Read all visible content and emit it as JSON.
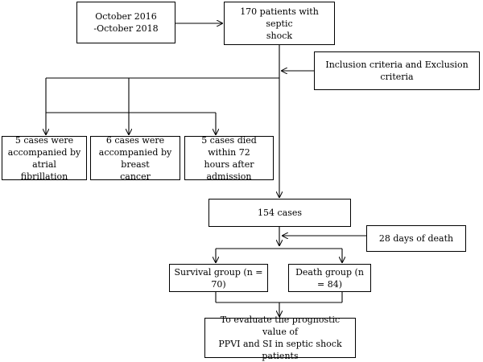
{
  "flowchart": {
    "period": "October 2016\n-October 2018",
    "patients": "170 patients with septic\nshock",
    "criteria": "Inclusion criteria and Exclusion criteria",
    "exclusions": [
      "5 cases were\naccompanied by atrial\nfibrillation",
      "6 cases were\naccompanied by breast\ncancer",
      "5 cases died within 72\nhours after admission"
    ],
    "remaining": "154 cases",
    "followup": "28 days of death",
    "survival_group": "Survival group (n = 70)",
    "death_group": "Death group (n = 84)",
    "objective": "To evaluate the prognostic value of\nPPVI and SI in septic shock\npatients"
  }
}
